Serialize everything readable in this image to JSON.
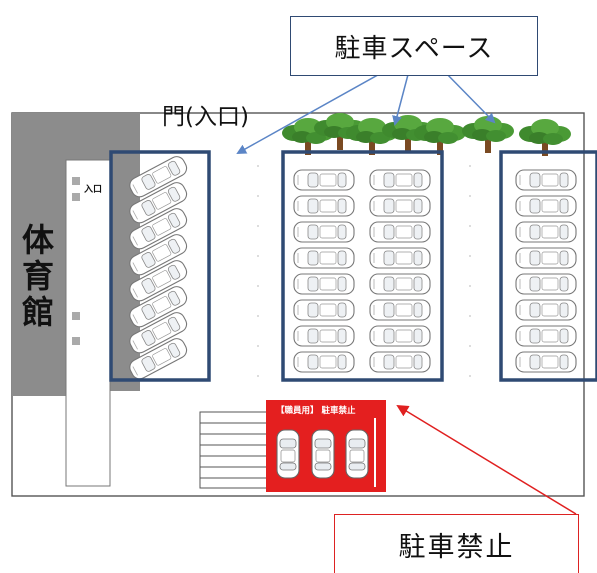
{
  "callout_parking": "駐車スペース",
  "gate_label": "門(入口)",
  "gym_label": [
    "体",
    "育",
    "館"
  ],
  "entrance_label": "入口",
  "staff_sign": "【職員用】 駐車禁止",
  "callout_no_parking": "駐車禁止",
  "colors": {
    "zone_border": "#2f4a73",
    "no_parking_red": "#e41f1f",
    "gym_gray": "#8c8c8c",
    "arrow_blue": "#5b85c6",
    "arrow_red": "#e02020",
    "tree_green": "#3f8a2e"
  },
  "parking_zones": [
    {
      "name": "left-zone",
      "layout": "diagonal",
      "cars": 8
    },
    {
      "name": "center-zone",
      "layout": "two-columns",
      "cars": 16
    },
    {
      "name": "right-zone",
      "layout": "one-column",
      "cars": 8
    }
  ],
  "no_parking_area": {
    "cars": 3
  }
}
